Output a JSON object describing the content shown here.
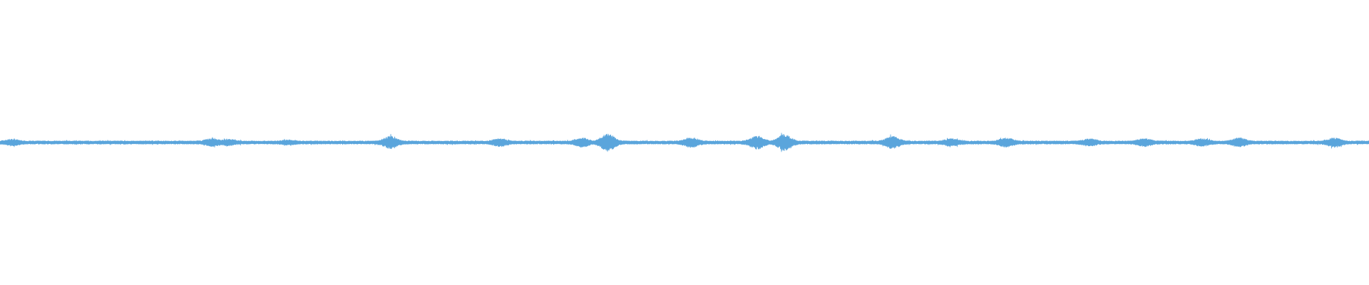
{
  "waveform": {
    "color": "#5aa5dc",
    "background": "#ffffff",
    "baseline_amplitude": 0.012,
    "events": [
      {
        "position": 0.009,
        "amplitude": 0.025
      },
      {
        "position": 0.155,
        "amplitude": 0.03
      },
      {
        "position": 0.167,
        "amplitude": 0.025
      },
      {
        "position": 0.211,
        "amplitude": 0.02
      },
      {
        "position": 0.285,
        "amplitude": 0.045
      },
      {
        "position": 0.365,
        "amplitude": 0.03
      },
      {
        "position": 0.425,
        "amplitude": 0.035
      },
      {
        "position": 0.444,
        "amplitude": 0.065
      },
      {
        "position": 0.505,
        "amplitude": 0.038
      },
      {
        "position": 0.553,
        "amplitude": 0.05
      },
      {
        "position": 0.573,
        "amplitude": 0.06
      },
      {
        "position": 0.652,
        "amplitude": 0.045
      },
      {
        "position": 0.695,
        "amplitude": 0.03
      },
      {
        "position": 0.735,
        "amplitude": 0.035
      },
      {
        "position": 0.796,
        "amplitude": 0.028
      },
      {
        "position": 0.836,
        "amplitude": 0.03
      },
      {
        "position": 0.878,
        "amplitude": 0.03
      },
      {
        "position": 0.905,
        "amplitude": 0.035
      },
      {
        "position": 0.975,
        "amplitude": 0.035
      }
    ]
  }
}
